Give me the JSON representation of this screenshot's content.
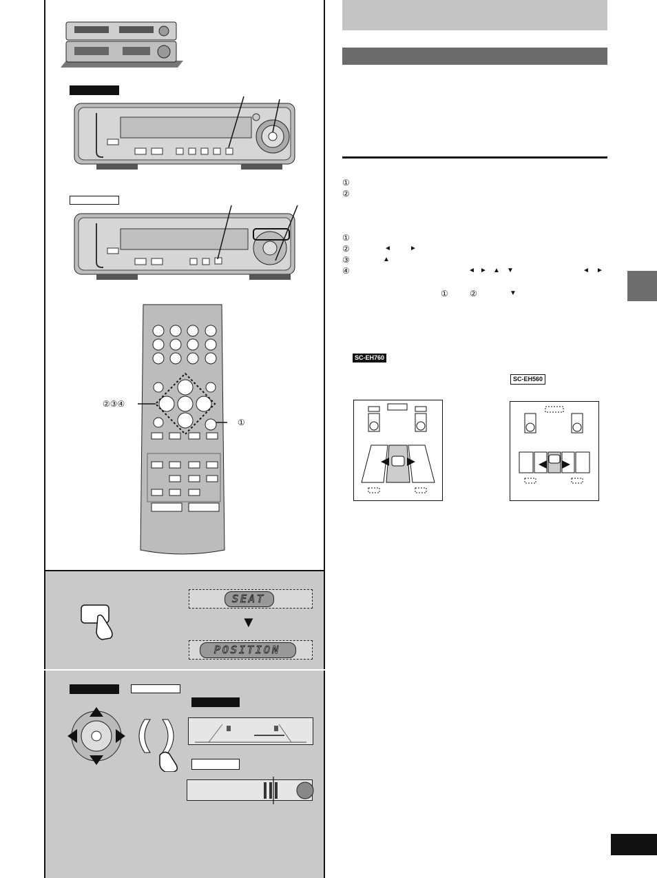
{
  "steps": {
    "diagram_refs": [
      "②③④",
      "①"
    ],
    "main_list": [
      "①",
      "②"
    ],
    "sub_list": [
      "①",
      "②",
      "③",
      "④"
    ],
    "sub_list_symbols": {
      "step2": [
        "◄",
        "►"
      ],
      "step3": [
        "▲"
      ],
      "step4_a": [
        "◄",
        "►",
        "▲",
        "▼"
      ],
      "step4_b": [
        "◄",
        "►"
      ]
    },
    "note_refs": [
      "①",
      "②",
      "▼"
    ]
  },
  "models": {
    "eh760": "SC-EH760",
    "eh560": "SC-EH560"
  },
  "display": {
    "seat": "SEAT",
    "arrow": "▼",
    "position": "POSITION"
  },
  "colors": {
    "panel_gray": "#c9c9c9",
    "header_gray": "#c4c4c4",
    "bar_dark": "#6b6b6b",
    "side_tab": "#6e6e6e"
  }
}
